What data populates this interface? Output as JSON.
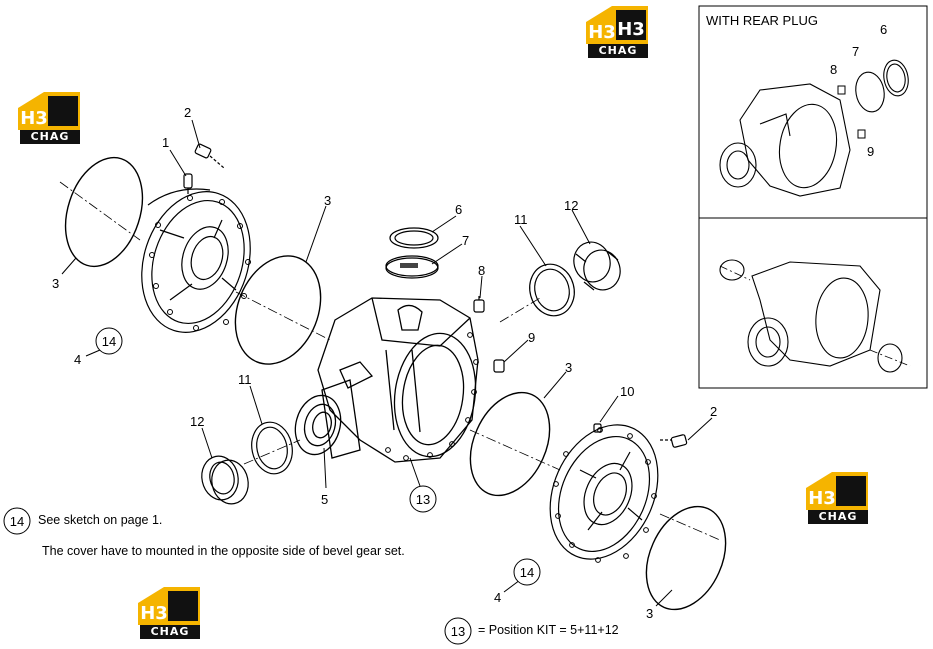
{
  "inset": {
    "title": "WITH REAR PLUG"
  },
  "logo": {
    "text": "CHAG",
    "badge": "H3",
    "colors": {
      "yellow": "#F5B400",
      "dark": "#111111"
    }
  },
  "callouts": {
    "c1": "1",
    "c2": "2",
    "c3": "3",
    "c4": "4",
    "c5": "5",
    "c6": "6",
    "c7": "7",
    "c8": "8",
    "c9": "9",
    "c10": "10",
    "c11": "11",
    "c12": "12",
    "c13": "13",
    "c14": "14"
  },
  "notes": {
    "sketch_note": "See sketch on page 1.",
    "cover_note": "The cover have to mounted  in  the opposite side of bevel gear set.",
    "kit_note": "= Position KIT = 5+11+12"
  }
}
